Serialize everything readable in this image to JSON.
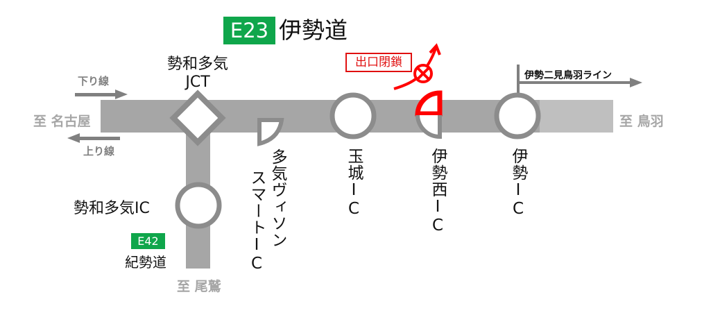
{
  "title": {
    "route_code": "E23",
    "route_name": "伊勢道",
    "badge_color": "#0fa64b"
  },
  "directions": {
    "west": "至 名古屋",
    "east": "至 鳥羽",
    "south": "至 尾鷲",
    "down_line": "下り線",
    "up_line": "上り線"
  },
  "branch_route": {
    "code": "E42",
    "name": "紀勢道"
  },
  "side_road": {
    "name": "伊勢二見鳥羽ライン"
  },
  "closure": {
    "label": "出口閉鎖",
    "color": "#e01010"
  },
  "interchanges": [
    {
      "id": "seiwa-taki-jct",
      "name": "勢和多気",
      "suffix": "JCT",
      "type": "junction"
    },
    {
      "id": "seiwa-taki-ic",
      "name": "勢和多気IC",
      "type": "ic"
    },
    {
      "id": "taki-vison-smart-ic",
      "name": "多気ヴィソン",
      "name2": "スマートIC",
      "type": "smart-ic"
    },
    {
      "id": "tamaki-ic",
      "name": "玉城IC",
      "type": "ic"
    },
    {
      "id": "ise-nishi-ic",
      "name": "伊勢西IC",
      "type": "half-ic",
      "status": "exit closed"
    },
    {
      "id": "ise-ic",
      "name": "伊勢IC",
      "type": "ic"
    }
  ],
  "colors": {
    "road": "#a6a6a6",
    "road_light": "#bfbfbf",
    "node_stroke": "#8c8c8c",
    "direction_text": "#a6a6a6"
  }
}
